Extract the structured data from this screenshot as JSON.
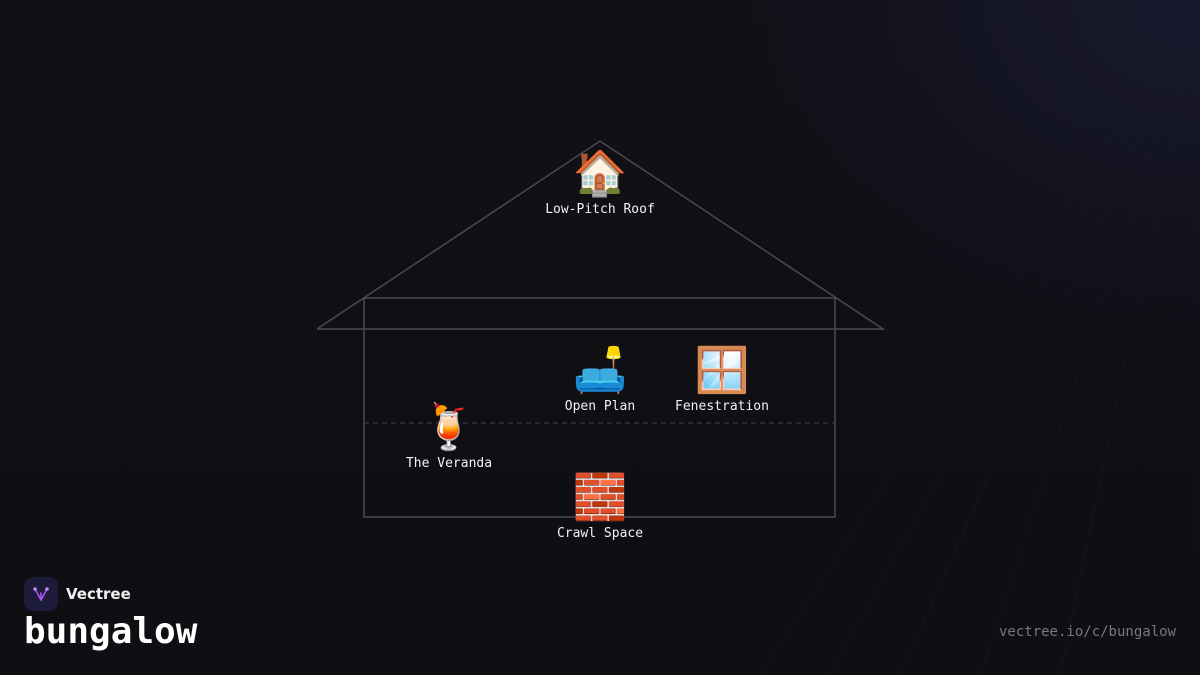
{
  "brand": {
    "name": "Vectree",
    "logo_icon": "vectree-fork-icon",
    "accent": "#a855f7"
  },
  "title": "bungalow",
  "url": "vectree.io/c/bungalow",
  "diagram": {
    "outline_color": "#4a4a52",
    "nodes": [
      {
        "id": "roof",
        "label": "Low-Pitch Roof",
        "icon": "house-icon",
        "emoji": "🏠"
      },
      {
        "id": "open-plan",
        "label": "Open Plan",
        "icon": "couch-and-lamp-icon",
        "emoji": "🛋️"
      },
      {
        "id": "fenestration",
        "label": "Fenestration",
        "icon": "window-icon",
        "emoji": "🪟"
      },
      {
        "id": "veranda",
        "label": "The Veranda",
        "icon": "tropical-drink-icon",
        "emoji": "🍹"
      },
      {
        "id": "crawl-space",
        "label": "Crawl Space",
        "icon": "bricks-icon",
        "emoji": "🧱"
      }
    ]
  }
}
